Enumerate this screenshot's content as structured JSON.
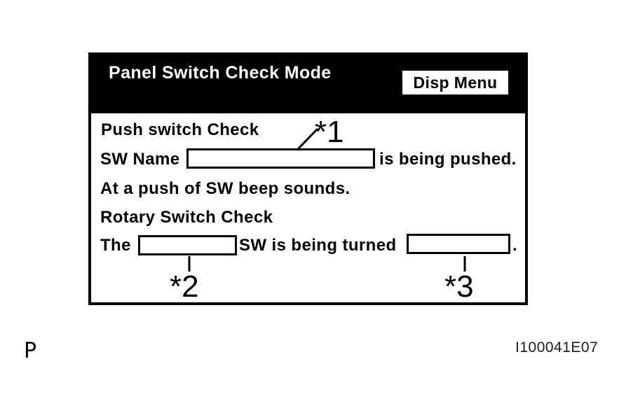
{
  "panel": {
    "header": {
      "title": "Panel Switch Check Mode",
      "disp_menu_button": "Disp Menu"
    },
    "body": {
      "push_check_title": "Push switch Check",
      "sw_name_label": "SW Name",
      "pushed_text": "is being pushed.",
      "beep_text": "At a push of SW beep sounds.",
      "rotary_check_title": "Rotary Switch Check",
      "the_label": "The",
      "turned_text": "SW is being turned",
      "period": ".",
      "sw_name_value": "",
      "rotary_sw_value": "",
      "direction_value": ""
    },
    "callouts": {
      "c1": "*1",
      "c2": "*2",
      "c3": "*3"
    }
  },
  "footer": {
    "page_letter": "P",
    "figure_code": "I100041E07"
  },
  "colors": {
    "ink": "#000000",
    "paper": "#ffffff",
    "header_bg": "#000000",
    "header_text": "#ffffff"
  }
}
